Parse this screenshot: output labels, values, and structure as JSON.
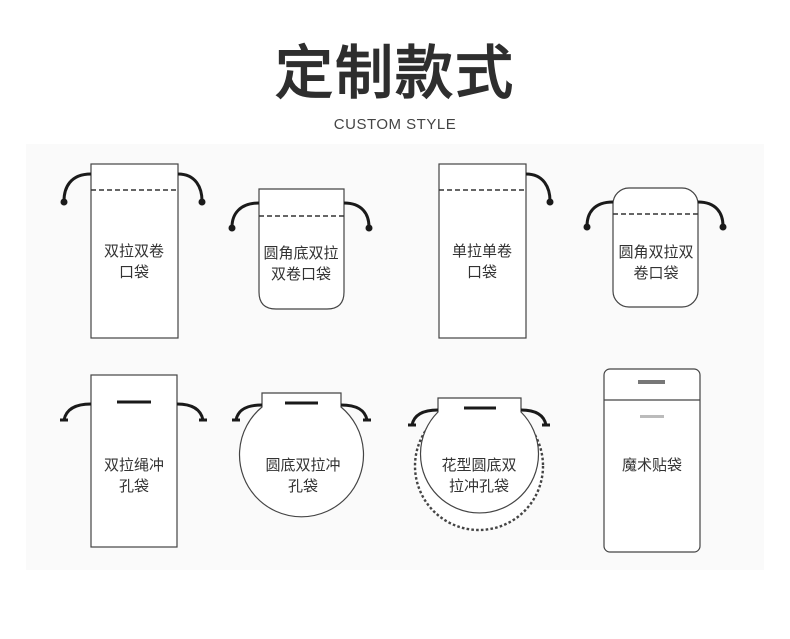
{
  "header": {
    "title": "定制款式",
    "subtitle": "CUSTOM STYLE"
  },
  "styles": [
    {
      "line1": "双拉双卷",
      "line2": "口袋"
    },
    {
      "line1": "圆角底双拉",
      "line2": "双卷口袋"
    },
    {
      "line1": "单拉单卷",
      "line2": "口袋"
    },
    {
      "line1": "圆角双拉双",
      "line2": "卷口袋"
    },
    {
      "line1": "双拉绳冲",
      "line2": "孔袋"
    },
    {
      "line1": "圆底双拉冲",
      "line2": "孔袋"
    },
    {
      "line1": "花型圆底双",
      "line2": "拉冲孔袋"
    },
    {
      "line1": "魔术贴袋",
      "line2": ""
    }
  ],
  "colors": {
    "outline": "#444444",
    "cord": "#1a1a1a",
    "velcro_dark": "#777777",
    "velcro_light": "#bbbbbb"
  }
}
